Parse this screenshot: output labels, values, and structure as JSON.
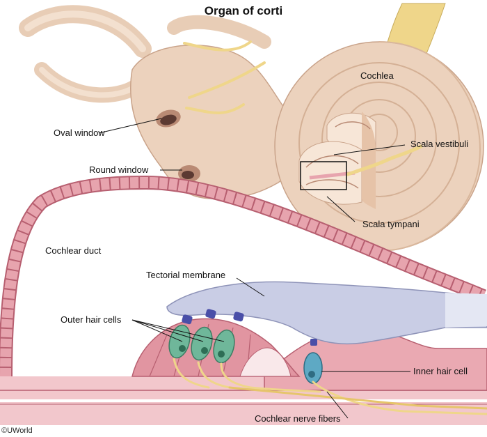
{
  "title": "Organ of corti",
  "labels": {
    "cochlea": "Cochlea",
    "oval_window": "Oval window",
    "round_window": "Round window",
    "scala_vestibuli": "Scala vestibuli",
    "scala_tympani": "Scala tympani",
    "cochlear_duct": "Cochlear duct",
    "tectorial_membrane": "Tectorial membrane",
    "outer_hair_cells": "Outer hair cells",
    "inner_hair_cell": "Inner hair cell",
    "cochlear_nerve_fibers": "Cochlear nerve fibers"
  },
  "copyright": "©UWorld",
  "colors": {
    "bone": "#ecd2bd",
    "bone_shadow": "#c9a38a",
    "tissue": "#e7a4ae",
    "tissue_dark": "#b75f70",
    "membrane": "#c9cde5",
    "hair_cell": "#6fb79a",
    "stereocilia": "#4a4fa8",
    "nerve": "#efd68a"
  }
}
